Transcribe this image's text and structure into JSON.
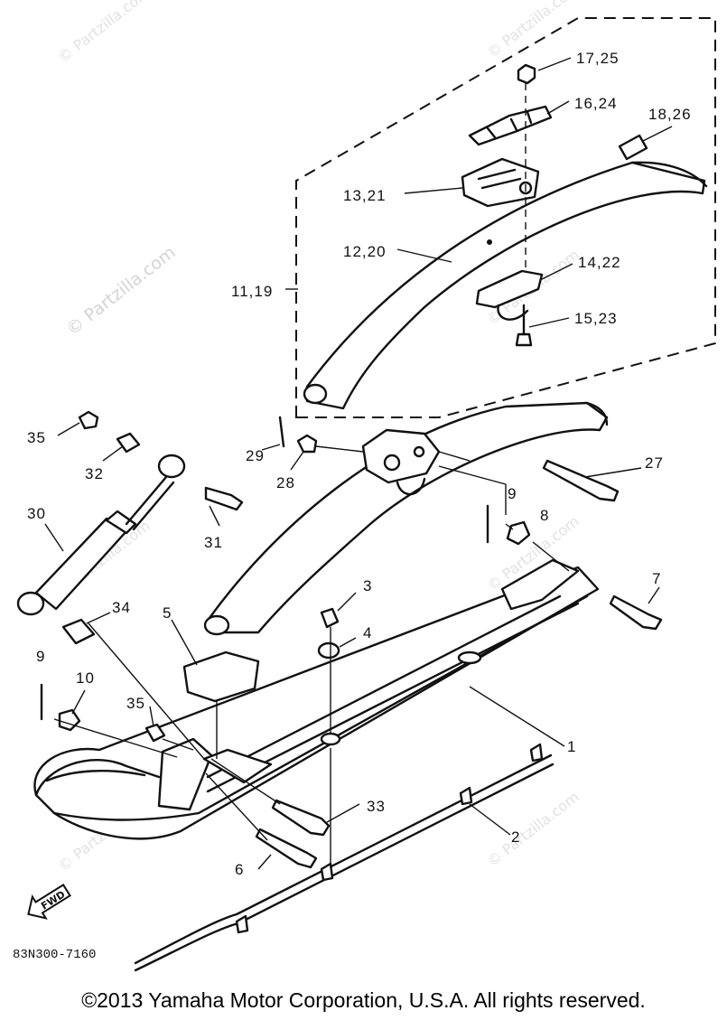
{
  "watermark": {
    "text": "© Partzilla.com"
  },
  "diagram_code": "83N300-7160",
  "forward_label": "FWD",
  "copyright": "©2013  Yamaha Motor Corporation, U.S.A. All rights reserved.",
  "callouts": {
    "c1": "1",
    "c2": "2",
    "c3": "3",
    "c4": "4",
    "c5": "5",
    "c6": "6",
    "c7": "7",
    "c8": "8",
    "c9a": "9",
    "c9b": "9",
    "c10": "10",
    "c11_19": "11,19",
    "c12_20": "12,20",
    "c13_21": "13,21",
    "c14_22": "14,22",
    "c15_23": "15,23",
    "c16_24": "16,24",
    "c17_25": "17,25",
    "c18_26": "18,26",
    "c27": "27",
    "c28": "28",
    "c29": "29",
    "c30": "30",
    "c31": "31",
    "c32": "32",
    "c33": "33",
    "c34": "34",
    "c35a": "35",
    "c35b": "35"
  }
}
